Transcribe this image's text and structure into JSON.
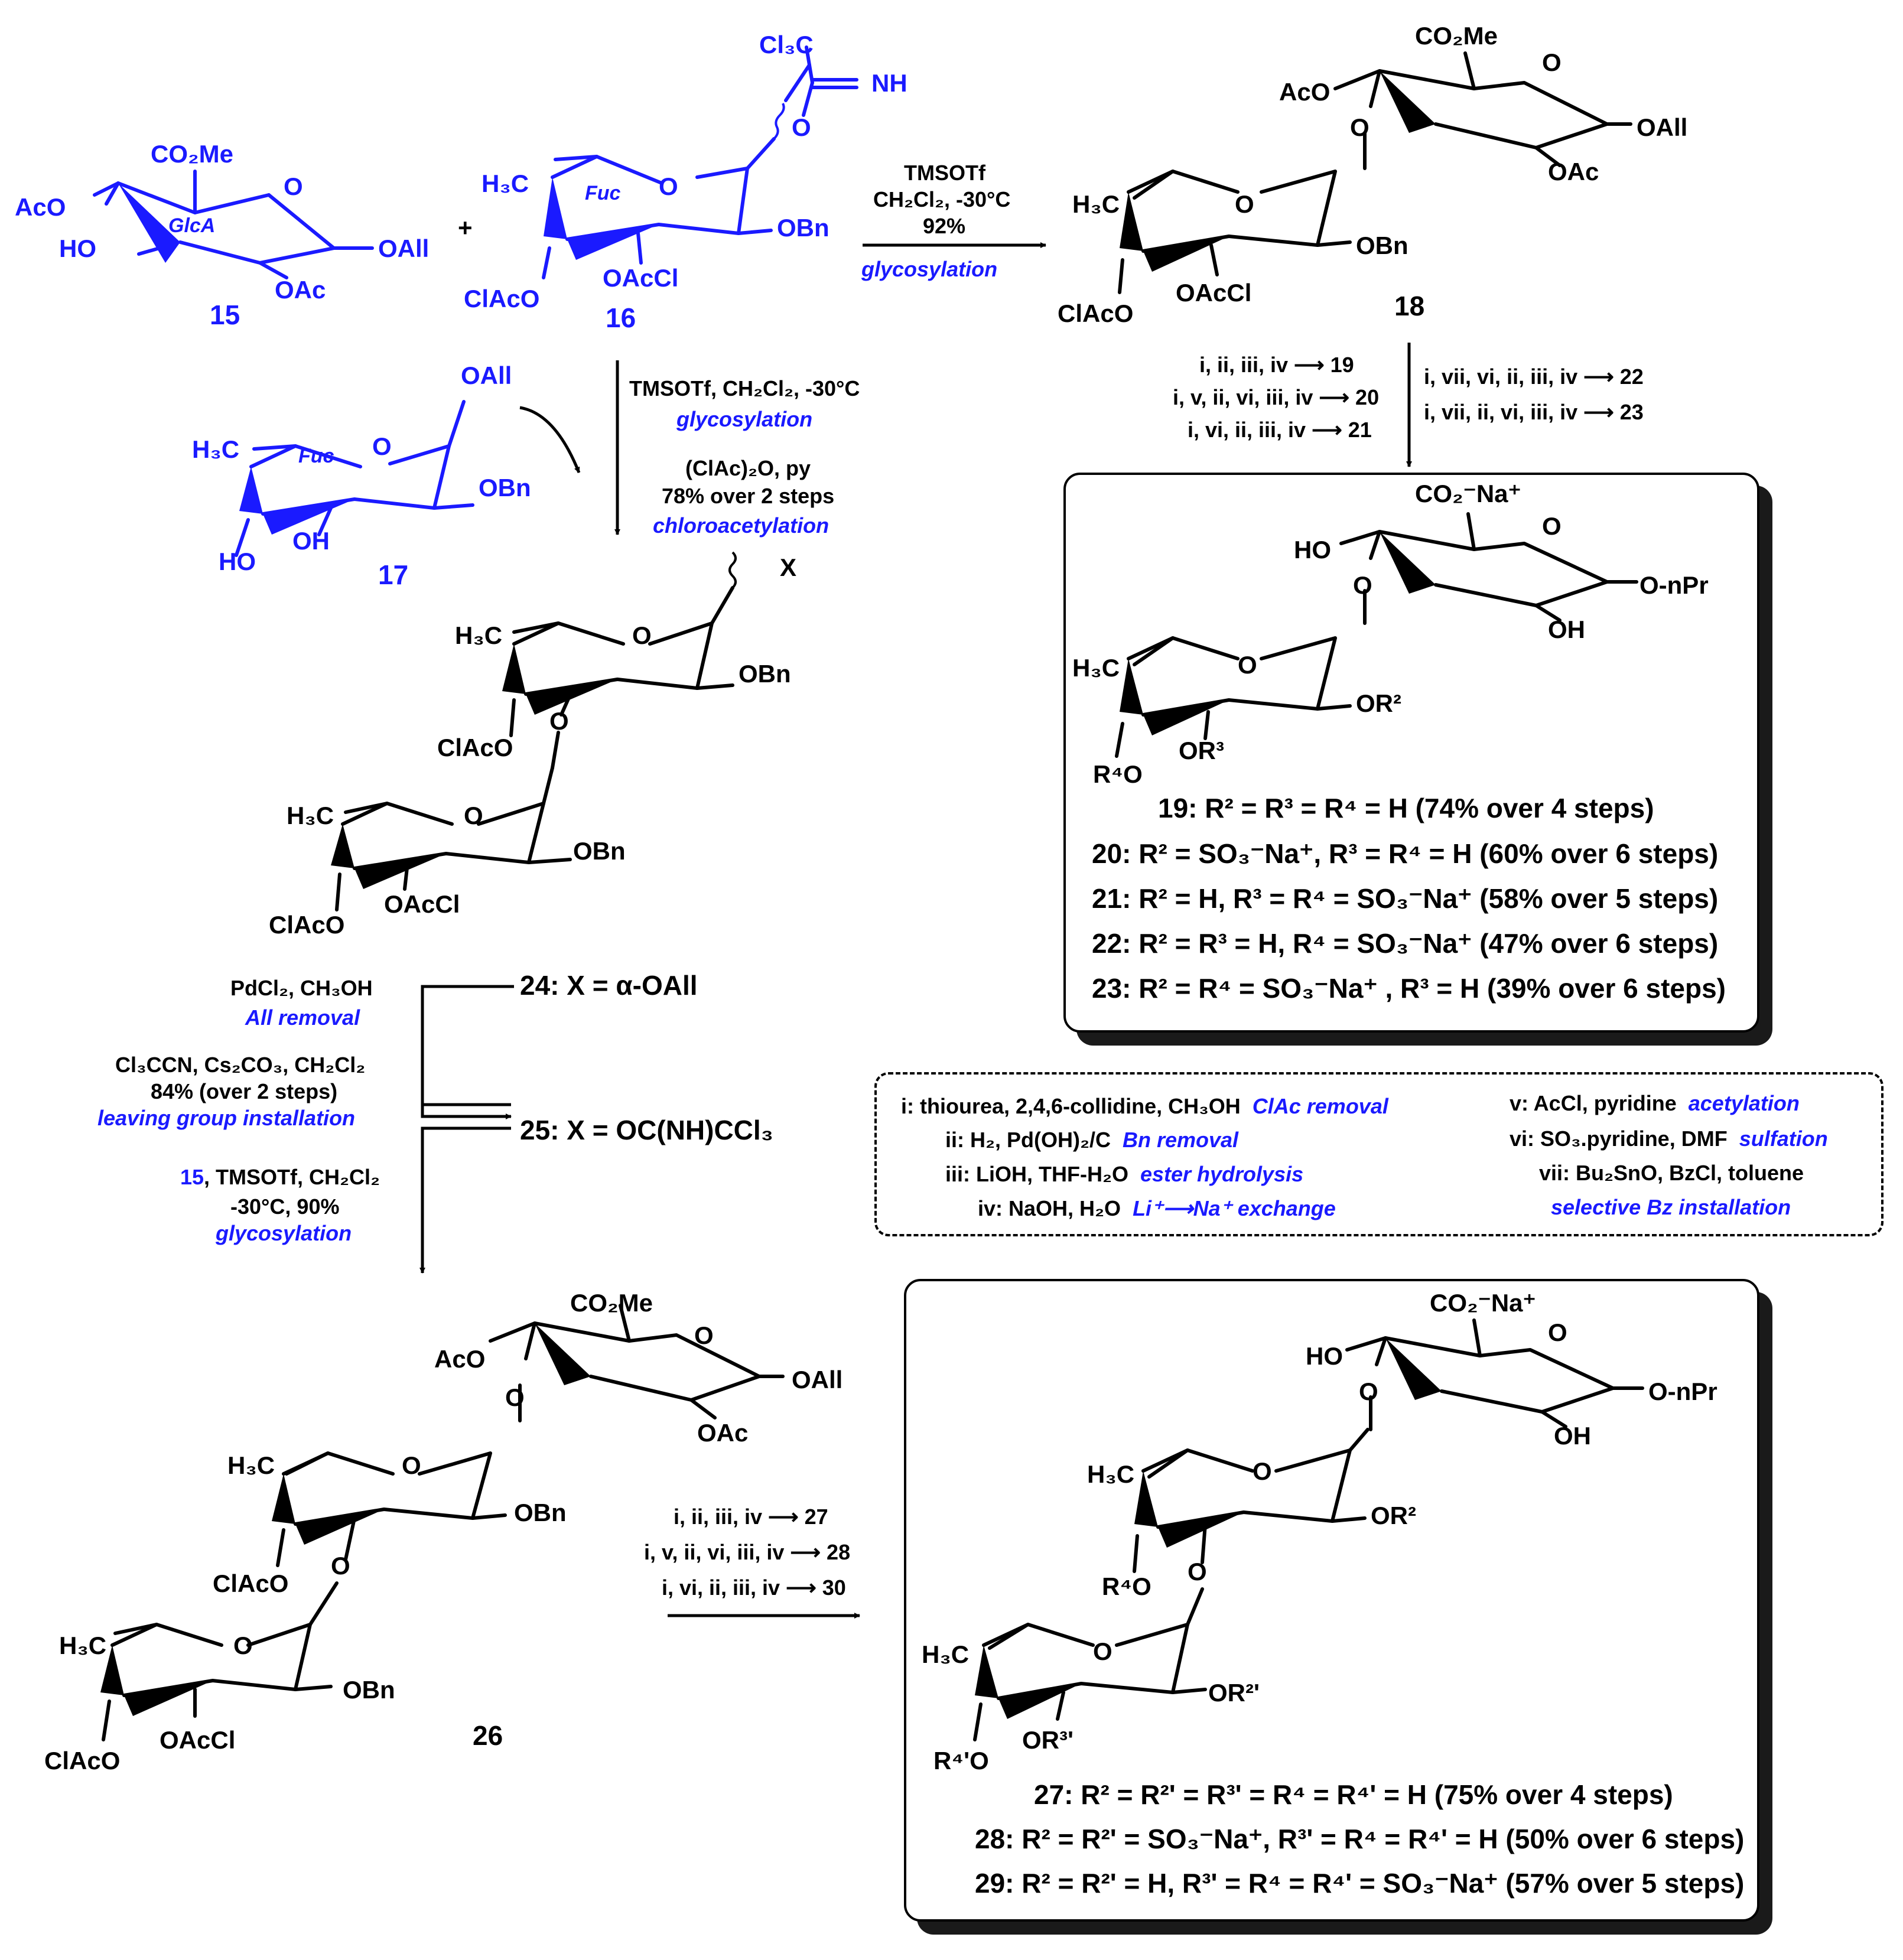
{
  "compounds": {
    "c15": {
      "label": "15",
      "name": "GlcA",
      "CO2Me": "CO₂Me",
      "AcO": "AcO",
      "HO": "HO",
      "OAll": "OAll",
      "OAc": "OAc",
      "O": "O"
    },
    "c16": {
      "label": "16",
      "name": "Fuc",
      "CCl3": "Cl₃C",
      "NH": "NH",
      "H3C": "H₃C",
      "O": "O",
      "OBn": "OBn",
      "ClAcO": "ClAcO",
      "OAcCl": "OAcCl",
      "Ox": "O"
    },
    "c17": {
      "label": "17",
      "name": "Fuc",
      "OAll": "OAll",
      "H3C": "H₃C",
      "O": "O",
      "OBn": "OBn",
      "HO": "HO",
      "OH": "OH"
    },
    "c18": {
      "label": "18",
      "CO2Me": "CO₂Me",
      "AcO": "AcO",
      "O": "O",
      "OAll": "OAll",
      "OAc": "OAc",
      "H3C": "H₃C",
      "OBn": "OBn",
      "ClAcO": "ClAcO",
      "OAcCl": "OAcCl"
    },
    "dimer": {
      "X": "X",
      "H3C": "H₃C",
      "O": "O",
      "OBn": "OBn",
      "ClAcO": "ClAcO",
      "OAcCl": "OAcCl"
    },
    "c26": {
      "label": "26",
      "CO2Me": "CO₂Me",
      "AcO": "AcO",
      "O": "O",
      "OAll": "OAll",
      "OAc": "OAc",
      "H3C": "H₃C",
      "OBn": "OBn",
      "ClAcO": "ClAcO",
      "OAcCl": "OAcCl"
    },
    "c24": "24: X = α-OAll",
    "c25": "25: X = OC(NH)CCl₃"
  },
  "plus": "+",
  "step_1": {
    "reagent": "TMSOTf",
    "solvent": "CH₂Cl₂, -30°C",
    "yield": "92%",
    "label": "glycosylation"
  },
  "step_2": {
    "reagent": "TMSOTf, CH₂Cl₂, -30°C",
    "label": "glycosylation",
    "reagent2": "(ClAc)₂O, py",
    "yield": "78% over 2 steps",
    "label2": "chloroacetylation"
  },
  "routes_18": [
    "i, ii, iii, iv ⟶ 19",
    "i, v, ii, vi, iii, iv ⟶ 20",
    "i, vi, ii, iii, iv ⟶ 21"
  ],
  "routes_18b": [
    "i, vii, vi, ii, iii, iv ⟶ 22",
    "i, vii, ii, vi, iii, iv ⟶ 23"
  ],
  "product_a": {
    "CO2Na": "CO₂⁻Na⁺",
    "HO": "HO",
    "O": "O",
    "OnPr": "O-nPr",
    "OH": "OH",
    "H3C": "H₃C",
    "OR2": "OR²",
    "OR3": "OR³",
    "R4O": "R⁴O",
    "results": [
      "19: R² = R³ = R⁴ = H (74% over 4 steps)",
      "20: R² = SO₃⁻Na⁺, R³ = R⁴ = H (60% over 6 steps)",
      "21: R² = H, R³ = R⁴ = SO₃⁻Na⁺ (58% over 5 steps)",
      "22: R² = R³ = H, R⁴ = SO₃⁻Na⁺ (47% over 6 steps)",
      "23: R² = R⁴ = SO₃⁻Na⁺ , R³ = H (39% over 6 steps)"
    ]
  },
  "step_left": {
    "r1": "PdCl₂, CH₃OH",
    "l1": "All removal",
    "r2": "Cl₃CCN, Cs₂CO₃, CH₂Cl₂",
    "y2": "84% (over 2 steps)",
    "l2": "leaving group installation",
    "r3a": "15",
    "r3b": ", TMSOTf, CH₂Cl₂",
    "r3c": "-30°C, 90%",
    "l3": "glycosylation"
  },
  "legend": {
    "items": [
      {
        "code": "i: thiourea, 2,4,6-collidine, CH₃OH",
        "desc": "ClAc removal"
      },
      {
        "code": "ii: H₂, Pd(OH)₂/C",
        "desc": "Bn removal"
      },
      {
        "code": "iii: LiOH, THF-H₂O",
        "desc": "ester hydrolysis"
      },
      {
        "code": "iv: NaOH, H₂O",
        "desc": "Li⁺⟶Na⁺ exchange"
      },
      {
        "code": "v: AcCl, pyridine",
        "desc": "acetylation"
      },
      {
        "code": "vi: SO₃.pyridine, DMF",
        "desc": "sulfation"
      },
      {
        "code": "vii: Bu₂SnO, BzCl, toluene",
        "desc": "selective Bz installation"
      }
    ]
  },
  "routes_26": [
    "i, ii, iii, iv ⟶ 27",
    "i, v, ii, vi, iii, iv ⟶ 28",
    "i, vi, ii, iii, iv ⟶ 30"
  ],
  "product_b": {
    "CO2Na": "CO₂⁻Na⁺",
    "HO": "HO",
    "O": "O",
    "OnPr": "O-nPr",
    "OH": "OH",
    "H3C": "H₃C",
    "OR2": "OR²",
    "R4O": "R⁴O",
    "OR2p": "OR²'",
    "OR3p": "OR³'",
    "R4pO": "R⁴'O",
    "results": [
      "27: R² = R²' = R³' = R⁴ = R⁴' = H (75% over 4 steps)",
      "28: R² = R²' = SO₃⁻Na⁺, R³' = R⁴ = R⁴' = H (50% over 6 steps)",
      "29: R² = R²' = H, R³' = R⁴ = R⁴' = SO₃⁻Na⁺ (57% over 5 steps)"
    ]
  },
  "colors": {
    "blue": "#1a1aff",
    "black": "#000000",
    "arrow_blue": "#2d8be0"
  }
}
